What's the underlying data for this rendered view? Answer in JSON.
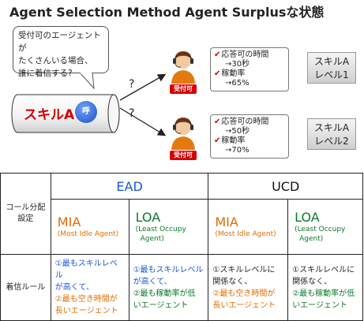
{
  "title": "Agent Selection Method Agent Surplusな状態",
  "bubble": [
    "受付可のエージェントが",
    "たくさんいる場合、",
    "誰に着信する?"
  ],
  "skill": {
    "label": "スキルA",
    "call_badge": "呼"
  },
  "question_marks": [
    "?",
    "?"
  ],
  "agents": [
    {
      "status": "受付可",
      "metric1_label": "応答可の時間",
      "metric1_value": "→30秒",
      "metric2_label": "稼動率",
      "metric2_value": "→65%",
      "level": [
        "スキルA",
        "レベル1"
      ]
    },
    {
      "status": "受付可",
      "metric1_label": "応答可の時間",
      "metric1_value": "→50秒",
      "metric2_label": "稼動率",
      "metric2_value": "→70%",
      "level": [
        "スキルA",
        "レベル2"
      ]
    }
  ],
  "colors": {
    "accent_red": "#d40000",
    "ead_blue": "#1a56d6",
    "mia_orange": "#e36c00",
    "loa_green": "#0a7a2c"
  },
  "table": {
    "group_headers": [
      "EAD",
      "UCD"
    ],
    "row_labels": {
      "setting": [
        "コール分配",
        "設定"
      ],
      "rule": "着信ルール"
    },
    "modes": [
      {
        "name": "MIA",
        "full": [
          "(Most Idle Agent)"
        ]
      },
      {
        "name": "LOA",
        "full": [
          "(Least Occupy",
          "Agent)"
        ]
      },
      {
        "name": "MIA",
        "full": [
          "(Most Idle Agent)"
        ]
      },
      {
        "name": "LOA",
        "full": [
          "(Least Occupy",
          "Agent)"
        ]
      }
    ],
    "rules": [
      {
        "l1": "①最もスキルレベル",
        "l2": "が高くて、",
        "l3": "②最も空き時間が",
        "l4": "長いエージェント"
      },
      {
        "l1": "①最もスキルレベル",
        "l2": "が高くて、",
        "l3": "②最も稼動率が低",
        "l4": "いエージェント"
      },
      {
        "l1": "①スキルレベルに",
        "l2": "関係なく、",
        "l3": "②最も空き時間が",
        "l4": "長いエージェント"
      },
      {
        "l1": "①スキルレベルに",
        "l2": "関係なく、",
        "l3": "②最も稼動率が低",
        "l4": "いエージェント"
      }
    ]
  }
}
